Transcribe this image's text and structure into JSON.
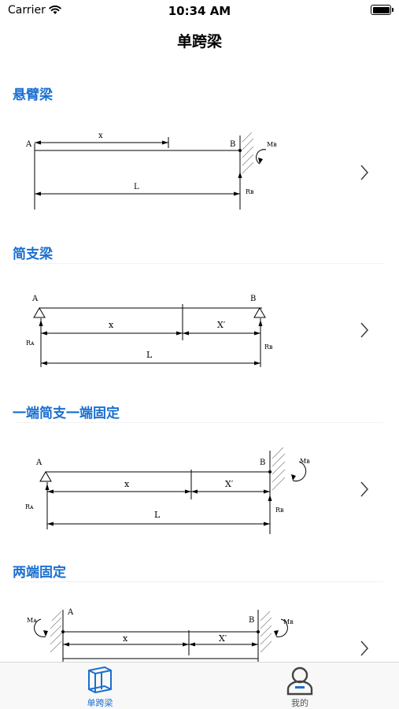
{
  "status_bar": {
    "carrier": "Carrier",
    "time": "10:34 AM"
  },
  "nav": {
    "title": "单跨梁"
  },
  "sections": [
    {
      "title": "悬臂梁",
      "labels": {
        "a": "A",
        "b": "B",
        "x": "x",
        "l": "L",
        "mb": "Mʙ",
        "rb": "Rʙ"
      }
    },
    {
      "title": "简支梁",
      "labels": {
        "a": "A",
        "b": "B",
        "x": "x",
        "xp": "X′",
        "l": "L",
        "ra": "Rᴀ",
        "rb": "Rʙ"
      }
    },
    {
      "title": "一端简支一端固定",
      "labels": {
        "a": "A",
        "b": "B",
        "x": "x",
        "xp": "X′",
        "l": "L",
        "ra": "Rᴀ",
        "rb": "Rʙ",
        "mb": "Mʙ"
      }
    },
    {
      "title": "两端固定",
      "labels": {
        "a": "A",
        "b": "B",
        "x": "x",
        "xp": "X′",
        "ma": "Mᴀ",
        "mb": "Mʙ"
      }
    }
  ],
  "tabs": [
    {
      "label": "单跨梁",
      "icon": "i-beam-icon",
      "active": true
    },
    {
      "label": "我的",
      "icon": "person-icon",
      "active": false
    }
  ],
  "colors": {
    "accent": "#1a6fd0"
  }
}
